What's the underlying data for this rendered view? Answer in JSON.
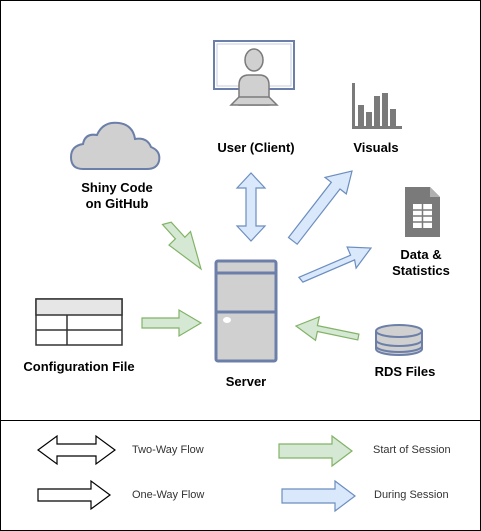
{
  "nodes": {
    "user": "User (Client)",
    "visuals": "Visuals",
    "shiny_line1": "Shiny Code",
    "shiny_line2": "on GitHub",
    "data_line1": "Data &",
    "data_line2": "Statistics",
    "config": "Configuration File",
    "server": "Server",
    "rds": "RDS Files"
  },
  "legend": {
    "two_way": "Two-Way Flow",
    "one_way": "One-Way Flow",
    "start": "Start of Session",
    "during": "During Session"
  },
  "colors": {
    "green_fill": "#d5e8d4",
    "green_stroke": "#82b366",
    "blue_fill": "#dae8fc",
    "blue_stroke": "#6c8ebf",
    "gray_fill": "#d0d0d0",
    "gray_stroke": "#7a7a7a"
  },
  "icons": [
    "user-icon",
    "bar-chart-icon",
    "cloud-icon",
    "spreadsheet-doc-icon",
    "table-icon",
    "server-icon",
    "database-icon"
  ]
}
